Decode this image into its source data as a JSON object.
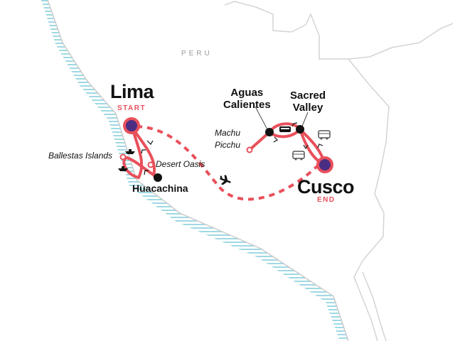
{
  "country": "PERU",
  "route_color": "#e8505b",
  "endpoint_color": "#4b2e83",
  "water_color": "#9fd9e2",
  "places": {
    "lima": {
      "name": "Lima",
      "tag": "START"
    },
    "cusco": {
      "name": "Cusco",
      "tag": "END"
    },
    "huacachina": {
      "name": "Huacachina"
    },
    "ballestas": {
      "name": "Ballestas Islands"
    },
    "desert_oasis": {
      "name": "Desert Oasis"
    },
    "machu_picchu": {
      "name": "Machu\nPicchu",
      "line1": "Machu",
      "line2": "Picchu"
    },
    "aguas": {
      "line1": "Aguas",
      "line2": "Calientes"
    },
    "sacred": {
      "line1": "Sacred",
      "line2": "Valley"
    }
  },
  "icons": [
    "boat-icon",
    "plane-icon",
    "bus-icon",
    "train-icon"
  ]
}
